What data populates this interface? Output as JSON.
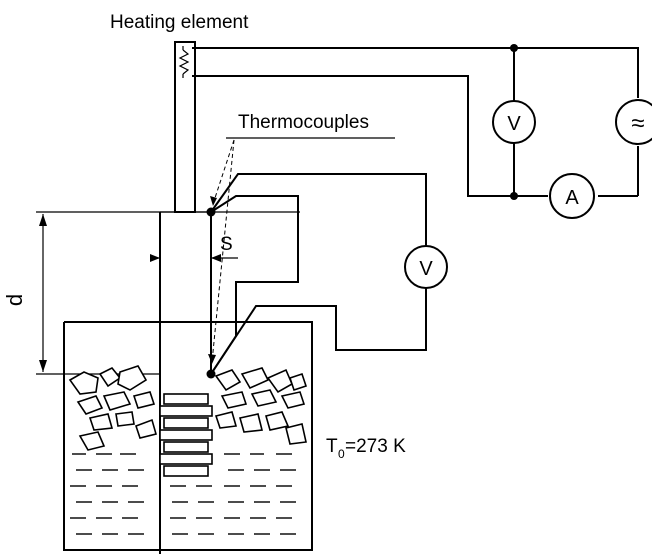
{
  "labels": {
    "heating_element": "Heating element",
    "thermocouples": "Thermocouples",
    "d": "d",
    "s": "S",
    "t0_main": "T",
    "t0_sub": "0",
    "t0_rest": "=273 K"
  },
  "meters": {
    "voltmeter_top": "V",
    "ac_source": "≈",
    "ammeter": "A",
    "voltmeter_thermo": "V"
  }
}
